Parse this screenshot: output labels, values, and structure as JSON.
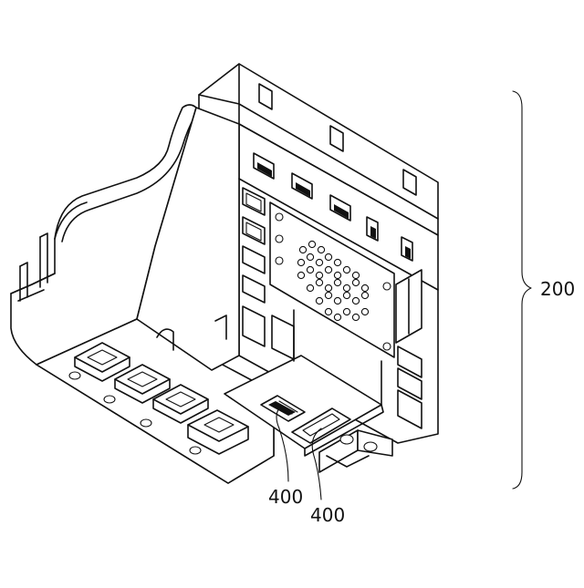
{
  "figure": {
    "labels": {
      "assembly": "200",
      "contact_left": "400",
      "contact_right": "400"
    }
  }
}
